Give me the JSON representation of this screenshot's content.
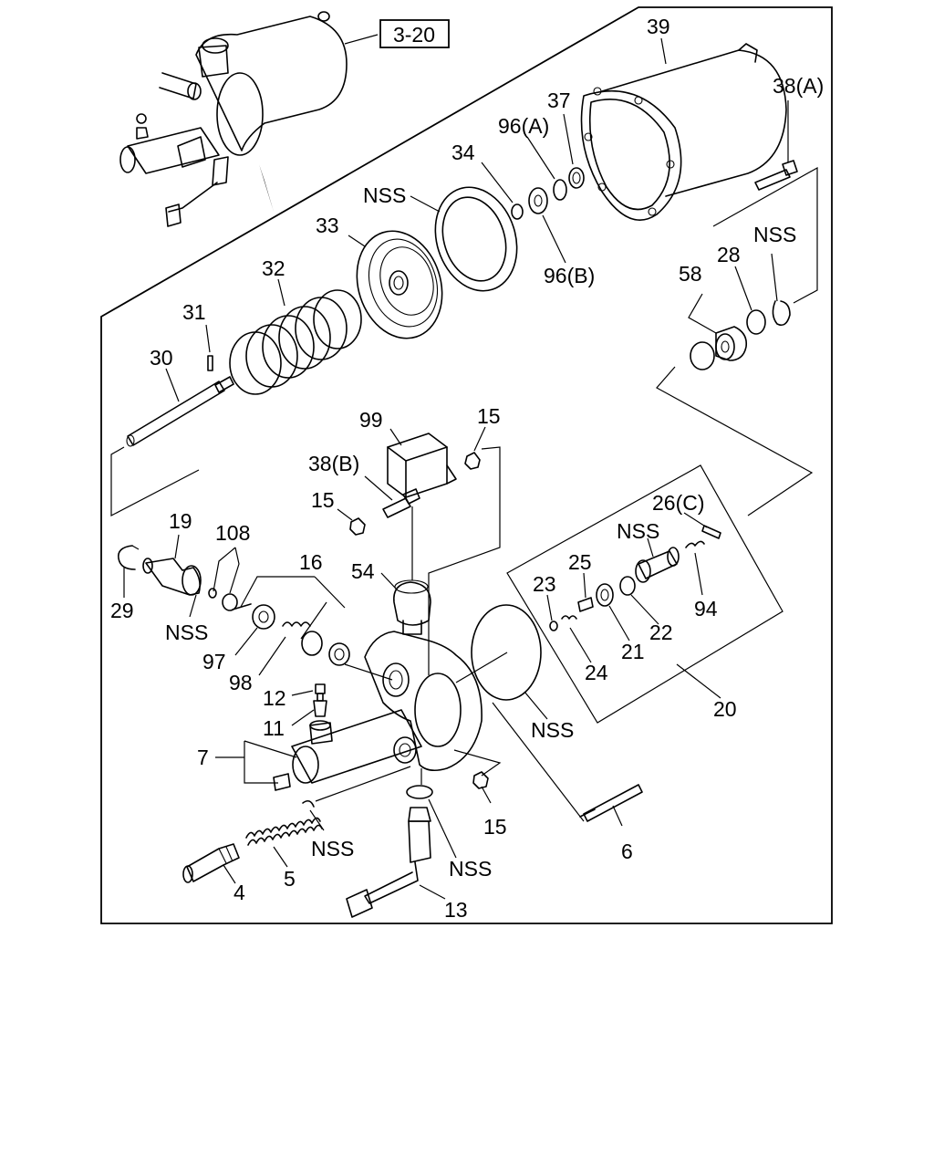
{
  "diagram": {
    "reference": "3-20",
    "labels": {
      "p39": "39",
      "p38a": "38(A)",
      "p37": "37",
      "p96a": "96(A)",
      "p34": "34",
      "p96b": "96(B)",
      "nss_seal": "NSS",
      "p33": "33",
      "p32": "32",
      "p31": "31",
      "p30": "30",
      "nss_ring": "NSS",
      "p28": "28",
      "p58": "58",
      "p99": "99",
      "p15a": "15",
      "p38b": "38(B)",
      "p15b": "15",
      "p26c": "26(C)",
      "nss_plug": "NSS",
      "p19": "19",
      "p108": "108",
      "p16": "16",
      "p54": "54",
      "p25": "25",
      "p23": "23",
      "p94": "94",
      "p29": "29",
      "nss_19": "NSS",
      "p97": "97",
      "p98": "98",
      "p22": "22",
      "p21": "21",
      "p24": "24",
      "p12": "12",
      "p11": "11",
      "nss_gasket": "NSS",
      "p20": "20",
      "p7": "7",
      "p15c": "15",
      "nss_clip": "NSS",
      "p6": "6",
      "nss_oring": "NSS",
      "p5": "5",
      "p4": "4",
      "p13": "13"
    }
  }
}
